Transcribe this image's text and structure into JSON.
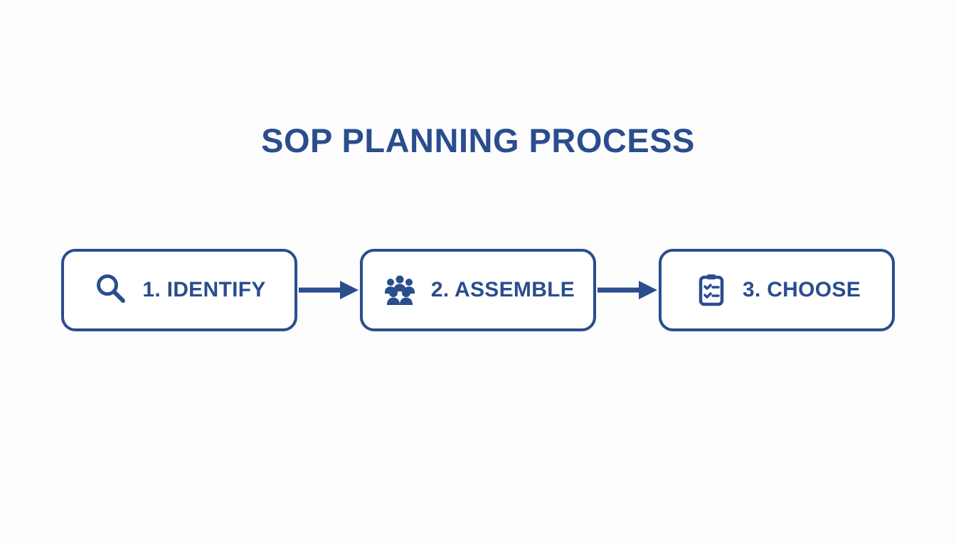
{
  "title": "SOP PLANNING PROCESS",
  "accent_color": "#2a4d8e",
  "background_color": "#fdfdfe",
  "steps": [
    {
      "label": "1. IDENTIFY",
      "icon": "magnifier-icon"
    },
    {
      "label": "2. ASSEMBLE",
      "icon": "team-icon"
    },
    {
      "label": "3. CHOOSE",
      "icon": "checklist-icon"
    }
  ],
  "connectors": [
    {
      "from": "1. IDENTIFY",
      "to": "2. ASSEMBLE"
    },
    {
      "from": "2. ASSEMBLE",
      "to": "3. CHOOSE"
    }
  ]
}
